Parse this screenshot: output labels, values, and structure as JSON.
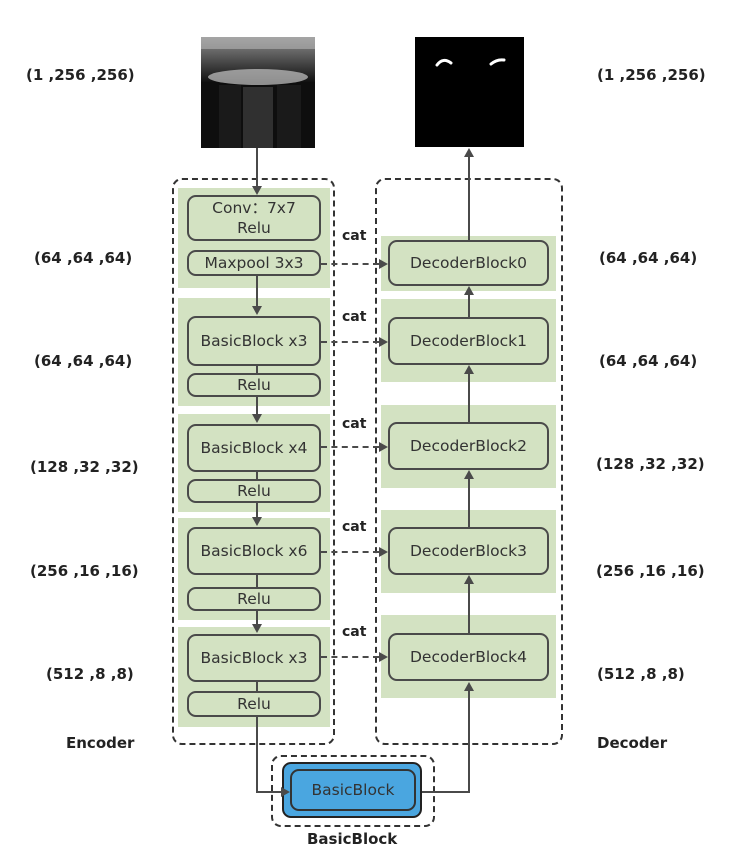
{
  "input_shape": "(1 ,256 ,256)",
  "output_shape": "(1 ,256 ,256)",
  "encoder": {
    "label": "Encoder",
    "blocks": [
      {
        "line1": "Conv：7x7",
        "line2": "Relu"
      },
      {
        "label": "Maxpool 3x3"
      },
      {
        "label": "BasicBlock x3",
        "relu": "Relu"
      },
      {
        "label": "BasicBlock x4",
        "relu": "Relu"
      },
      {
        "label": "BasicBlock x6",
        "relu": "Relu"
      },
      {
        "label": "BasicBlock x3",
        "relu": "Relu"
      }
    ],
    "shapes": [
      "(64 ,64 ,64)",
      "(64 ,64 ,64)",
      "(128 ,32 ,32)",
      "(256 ,16 ,16)",
      "(512 ,8 ,8)"
    ]
  },
  "decoder": {
    "label": "Decoder",
    "blocks": [
      "DecoderBlock0",
      "DecoderBlock1",
      "DecoderBlock2",
      "DecoderBlock3",
      "DecoderBlock4"
    ],
    "shapes": [
      "(64 ,64 ,64)",
      "(64 ,64 ,64)",
      "(128 ,32 ,32)",
      "(256 ,16 ,16)",
      "(512 ,8 ,8)"
    ]
  },
  "cat_label": "cat",
  "bottleneck": {
    "block": "BasicBlock",
    "label": "BasicBlock"
  },
  "colors": {
    "block_fill": "#d3e2c2",
    "bottleneck_fill": "#4aa6e0",
    "stroke": "#4a4a4a"
  }
}
